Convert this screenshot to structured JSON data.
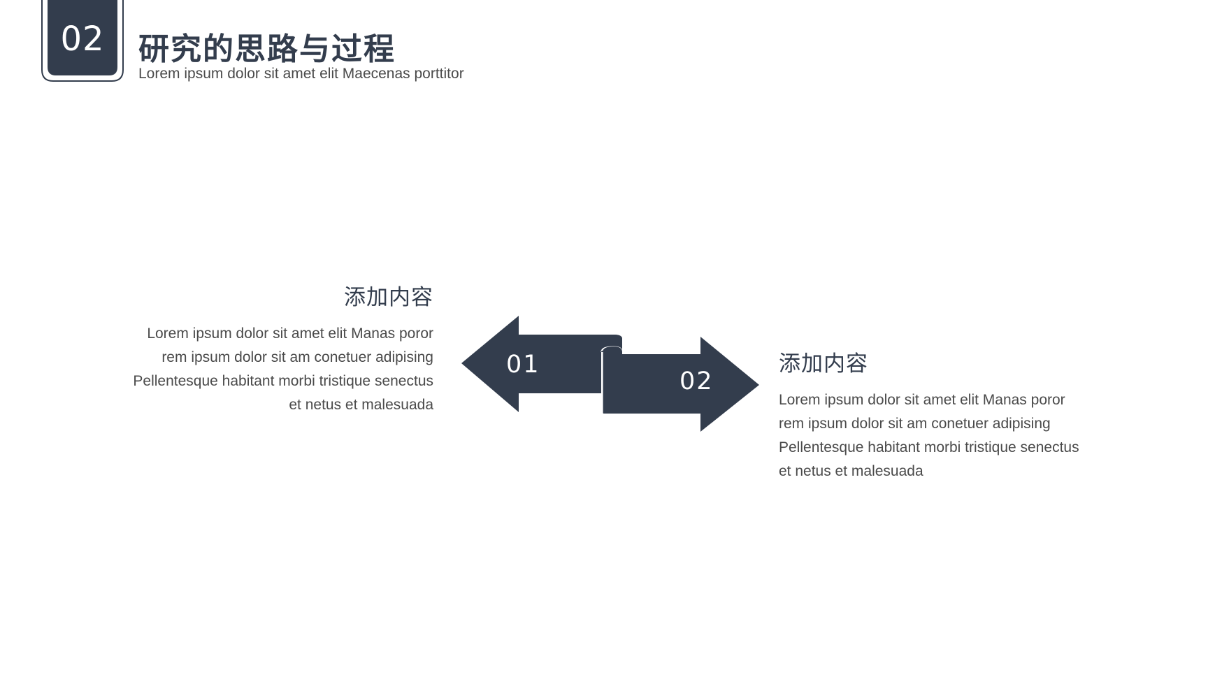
{
  "header": {
    "section_number": "02",
    "title": "研究的思路与过程",
    "subtitle": "Lorem ipsum dolor sit amet  elit Maecenas porttitor"
  },
  "steps": [
    {
      "number": "01",
      "heading": "添加内容",
      "lines": [
        "Lorem ipsum dolor sit amet  elit Manas poror",
        "rem ipsum dolor sit am conetuer adipising",
        "Pellentesque habitant morbi tristique senectus",
        "et netus et malesuada"
      ]
    },
    {
      "number": "02",
      "heading": "添加内容",
      "lines": [
        "Lorem ipsum dolor sit amet  elit Manas poror",
        "rem ipsum dolor sit am conetuer adipising",
        "Pellentesque habitant morbi tristique senectus",
        "et netus et malesuada"
      ]
    }
  ],
  "colors": {
    "primary": "#333d4d",
    "text": "#4a4a4a",
    "background": "#ffffff"
  }
}
